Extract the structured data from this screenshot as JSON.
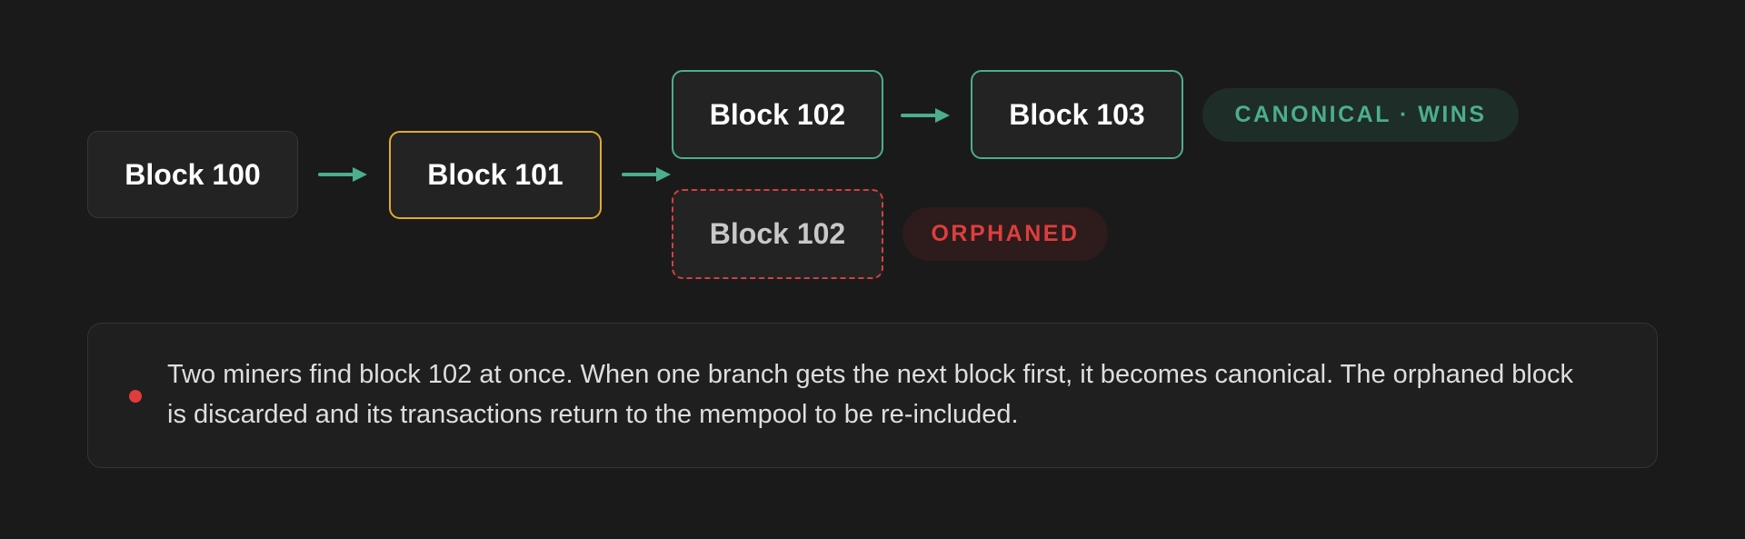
{
  "blocks": {
    "block_100": "Block 100",
    "block_101": "Block 101",
    "block_102_canonical": "Block 102",
    "block_103": "Block 103",
    "block_102_orphaned": "Block 102"
  },
  "badges": {
    "canonical": "CANONICAL · WINS",
    "orphaned": "ORPHANED"
  },
  "note": {
    "text": "Two miners find block 102 at once. When one branch gets the next block first, it becomes canonical. The orphaned block is discarded and its transactions return to the mempool to be re-included."
  },
  "colors": {
    "background": "#1a1a1a",
    "canonical_green": "#4cae8a",
    "current_yellow": "#e2ab2c",
    "orphan_red": "#d2413f",
    "arrow": "#4cae8a"
  },
  "icons": {
    "arrow": "arrow-right-icon",
    "bullet": "red-dot-icon"
  }
}
